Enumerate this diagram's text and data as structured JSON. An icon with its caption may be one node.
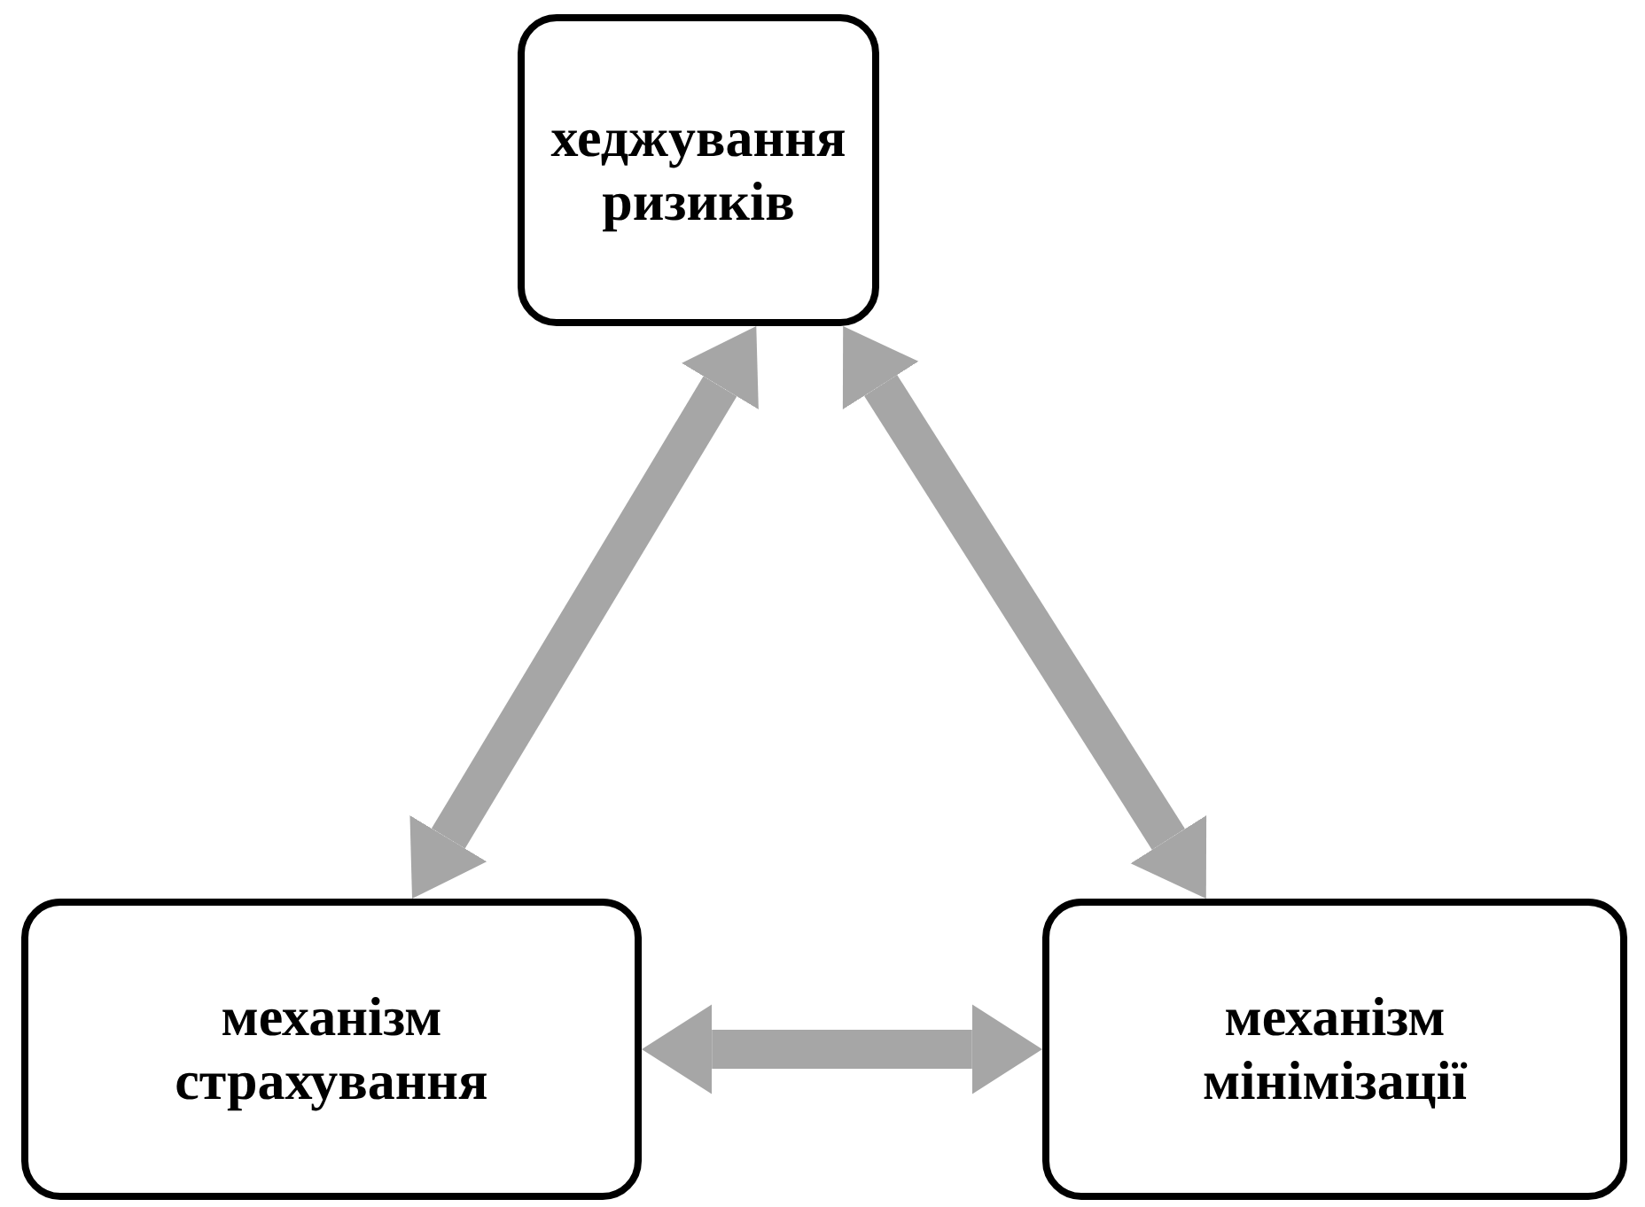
{
  "diagram": {
    "nodes": [
      {
        "text": [
          "хеджування ризиків"
        ]
      },
      {
        "text": [
          "механізм страхування"
        ]
      },
      {
        "text": [
          "механізм мінімізації"
        ]
      }
    ],
    "edges": [
      {
        "from": 0,
        "to": 1,
        "arrow": "both"
      },
      {
        "from": 0,
        "to": 2,
        "arrow": "both"
      },
      {
        "from": 1,
        "to": 2,
        "arrow": "both"
      }
    ]
  }
}
